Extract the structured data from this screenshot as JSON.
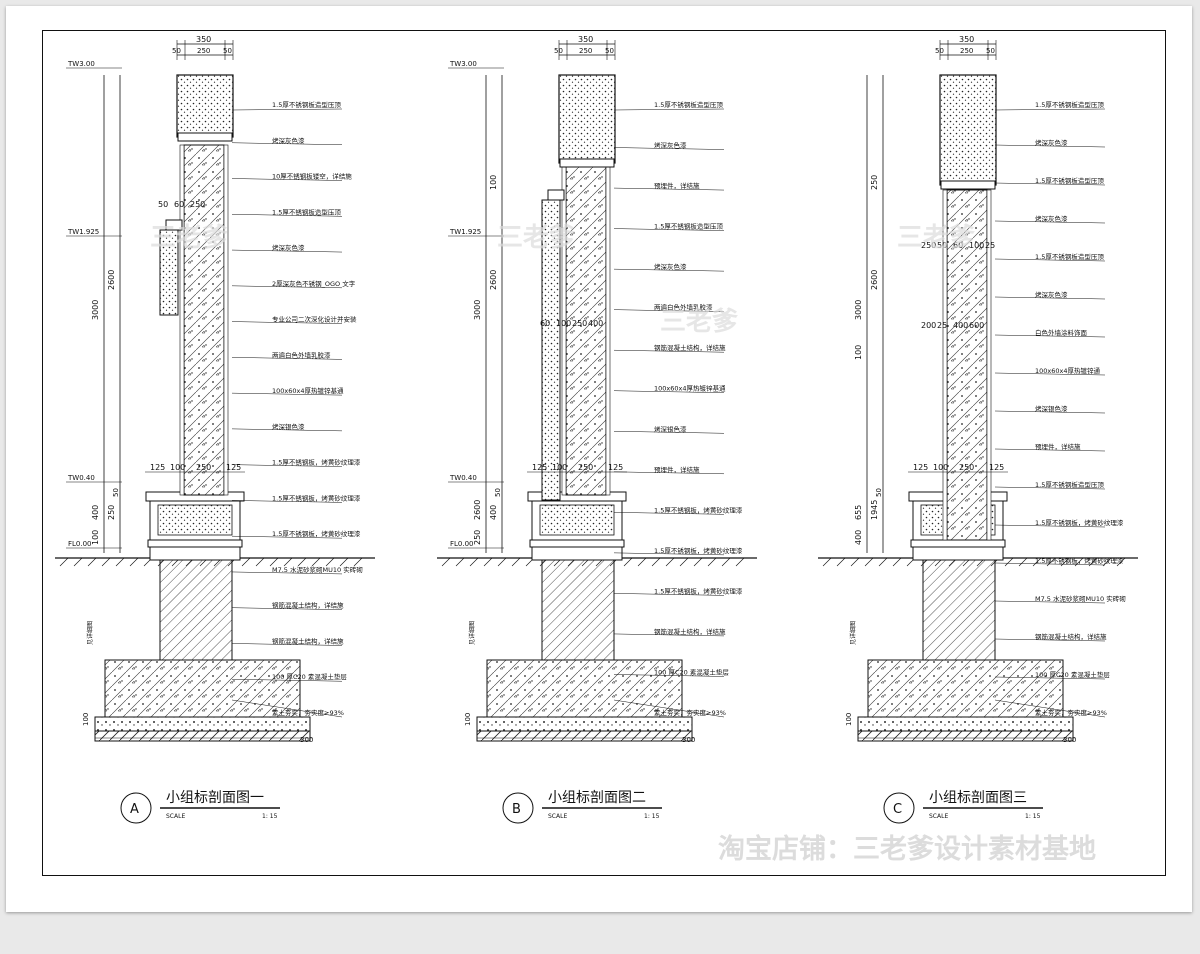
{
  "sections": [
    {
      "id": "A",
      "title": "小组标剖面图一",
      "scale_label": "SCALE",
      "scale_value": "1: 15",
      "top_dims": [
        "350",
        "50",
        "250",
        "50"
      ],
      "elevations": [
        "TW3.00",
        "TW1.925",
        "TW0.40",
        "FL0.00"
      ],
      "left_dims": [
        "3000",
        "2600",
        "400",
        "250",
        "100"
      ],
      "mid_dims": [
        "50",
        "60",
        "250"
      ],
      "bottom_dims": [
        "125",
        "100",
        "250",
        "125",
        "50"
      ],
      "foot_dims": [
        "100",
        "300"
      ],
      "side_text": "见详细图",
      "notes": [
        "1.5厚不锈钢板造型压顶",
        "烤深灰色漆",
        "10厚不锈钢板镂空，详结施",
        "1.5厚不锈钢板造型压顶",
        "烤深灰色漆",
        "2厚深灰色不锈钢_OGO 文字",
        "专业公司二次深化设计并安装",
        "两遍白色外墙乳胶漆",
        "100x60x4厚热镀锌基通",
        "烤深银色漆",
        "1.5厚不锈钢板，烤黄砂纹理漆",
        "1.5厚不锈钢板，烤黄砂纹理漆",
        "1.5厚不锈钢板，烤黄砂纹理漆",
        "M7.5 水泥砂浆砌MU10 实砖砌",
        "钢筋混凝土结构，详结施",
        "钢筋混凝土结构，详结施",
        "100 厚C20 素混凝土垫层",
        "素土夯实，夯实度≥93%"
      ]
    },
    {
      "id": "B",
      "title": "小组标剖面图二",
      "scale_label": "SCALE",
      "scale_value": "1: 15",
      "top_dims": [
        "350",
        "50",
        "250",
        "50"
      ],
      "elevations": [
        "TW3.00",
        "TW1.925",
        "TW0.40",
        "FL0.00"
      ],
      "left_dims": [
        "3000",
        "2600",
        "2600",
        "400",
        "250",
        "100"
      ],
      "mid_dims": [
        "60",
        "100",
        "250",
        "400"
      ],
      "bottom_dims": [
        "125",
        "100",
        "250",
        "125",
        "50"
      ],
      "foot_dims": [
        "100",
        "300"
      ],
      "side_text": "见详细图",
      "notes": [
        "1.5厚不锈钢板造型压顶",
        "烤深灰色漆",
        "预埋件，详结施",
        "1.5厚不锈钢板造型压顶",
        "烤深灰色漆",
        "两遍白色外墙乳胶漆",
        "钢筋混凝土结构，详结施",
        "100x60x4厚热镀锌基通",
        "烤深银色漆",
        "预埋件，详结施",
        "1.5厚不锈钢板，烤黄砂纹理漆",
        "1.5厚不锈钢板，烤黄砂纹理漆",
        "1.5厚不锈钢板，烤黄砂纹理漆",
        "钢筋混凝土结构，详结施",
        "100 厚C20 素混凝土垫层",
        "素土夯实，夯实度≥93%"
      ]
    },
    {
      "id": "C",
      "title": "小组标剖面图三",
      "scale_label": "SCALE",
      "scale_value": "1: 15",
      "top_dims": [
        "350",
        "50",
        "250",
        "50"
      ],
      "elevations": [],
      "left_dims": [
        "3000",
        "2600",
        "655",
        "1945",
        "400",
        "250",
        "100"
      ],
      "mid_dims": [
        "250",
        "50",
        "60",
        "100",
        "25",
        "200",
        "25",
        "400",
        "600"
      ],
      "bottom_dims": [
        "125",
        "100",
        "250",
        "125",
        "50"
      ],
      "foot_dims": [
        "100",
        "300"
      ],
      "side_text": "见详细图",
      "notes": [
        "1.5厚不锈钢板造型压顶",
        "烤深灰色漆",
        "1.5厚不锈钢板造型压顶",
        "烤深灰色漆",
        "1.5厚不锈钢板造型压顶",
        "烤深灰色漆",
        "白色外墙涂料饰面",
        "100x60x4厚热镀锌通",
        "烤深银色漆",
        "预埋件，详结施",
        "1.5厚不锈钢板造型压顶",
        "1.5厚不锈钢板，烤黄砂纹理漆",
        "1.5厚不锈钢板，烤黄砂纹理漆",
        "M7.5 水泥砂浆砌MU10 实砖砌",
        "钢筋混凝土结构，详结施",
        "100 厚C20 素混凝土垫层",
        "素土夯实，夯实度≥93%"
      ]
    }
  ],
  "watermarks": [
    "三老爹",
    "淘宝店铺：三老爹设计素材基地"
  ],
  "colors": {
    "ink": "#111111",
    "watermark": "#dcdcdc",
    "page_bg": "#e9e9e9",
    "sheet": "#ffffff"
  }
}
